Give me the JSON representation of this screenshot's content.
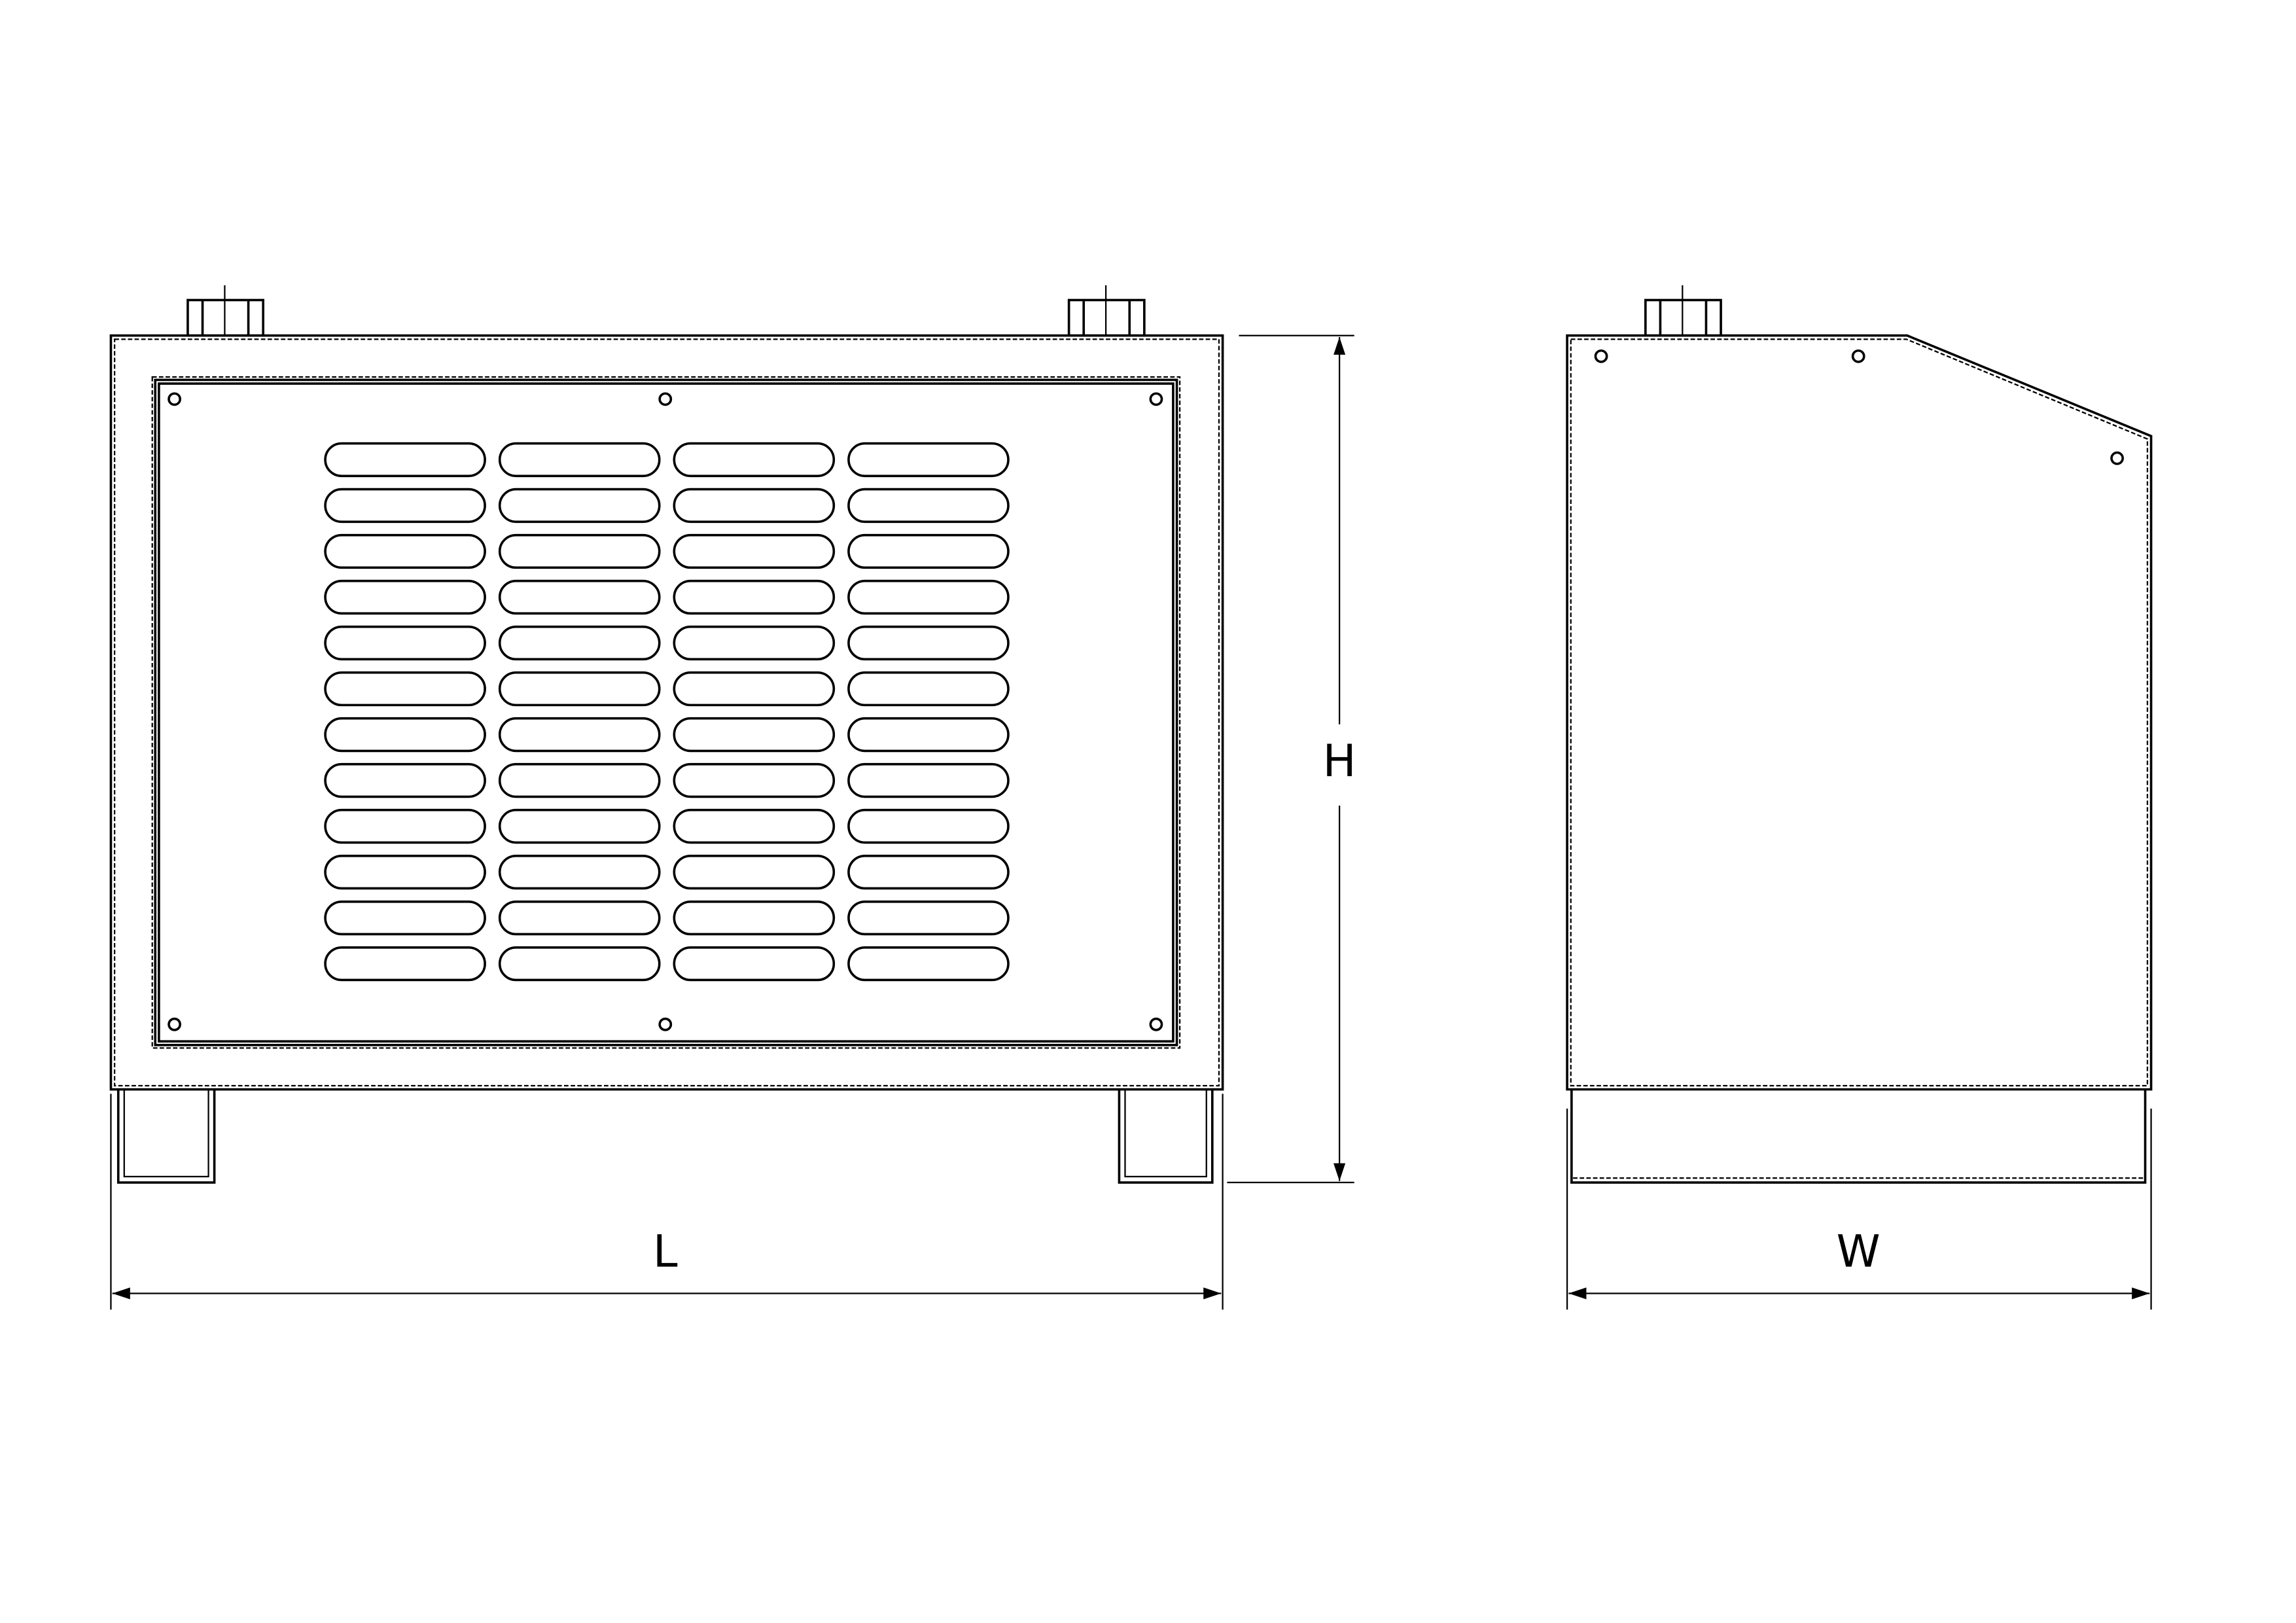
{
  "drawing": {
    "front_view": {
      "slot_grid": {
        "columns": 4,
        "rows": 12
      },
      "mounting_holes": 6,
      "nozzles": 2,
      "feet": 2
    },
    "side_view": {
      "mounting_holes": 3,
      "nozzles": 1
    },
    "dimensions": {
      "length_label": "L",
      "height_label": "H",
      "width_label": "W"
    },
    "line_color": "#000000",
    "background_color": "#ffffff"
  }
}
